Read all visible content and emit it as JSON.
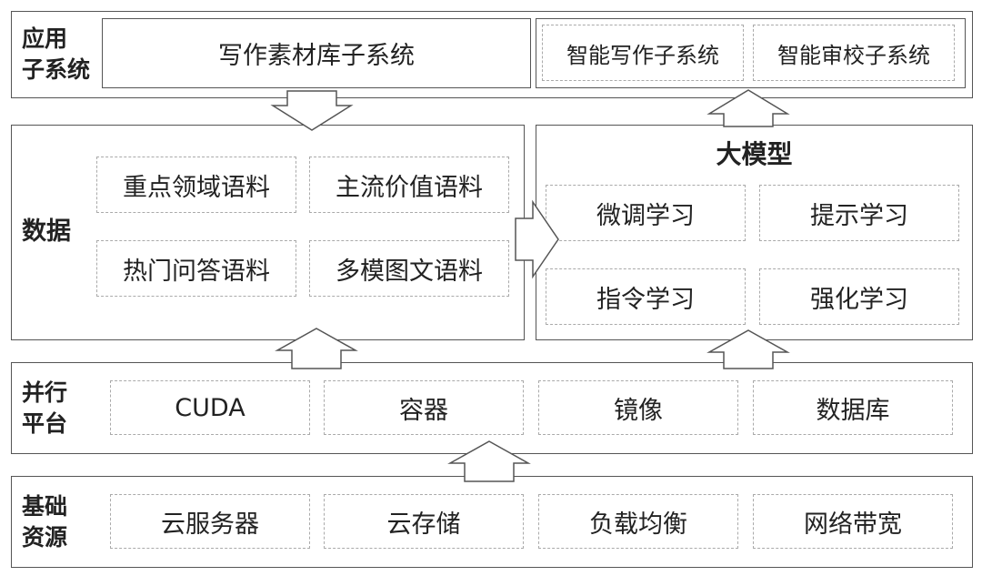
{
  "app_layer": {
    "label_line1": "应用",
    "label_line2": "子系统",
    "writing_library": "写作素材库子系统",
    "smart_writing": "智能写作子系统",
    "smart_review": "智能审校子系统"
  },
  "data_layer": {
    "label": "数据",
    "items": [
      "重点领域语料",
      "主流价值语料",
      "热门问答语料",
      "多模图文语料"
    ]
  },
  "model_layer": {
    "title": "大模型",
    "items": [
      "微调学习",
      "提示学习",
      "指令学习",
      "强化学习"
    ]
  },
  "platform_layer": {
    "label_line1": "并行",
    "label_line2": "平台",
    "items": [
      "CUDA",
      "容器",
      "镜像",
      "数据库"
    ]
  },
  "infra_layer": {
    "label_line1": "基础",
    "label_line2": "资源",
    "items": [
      "云服务器",
      "云存储",
      "负载均衡",
      "网络带宽"
    ]
  }
}
